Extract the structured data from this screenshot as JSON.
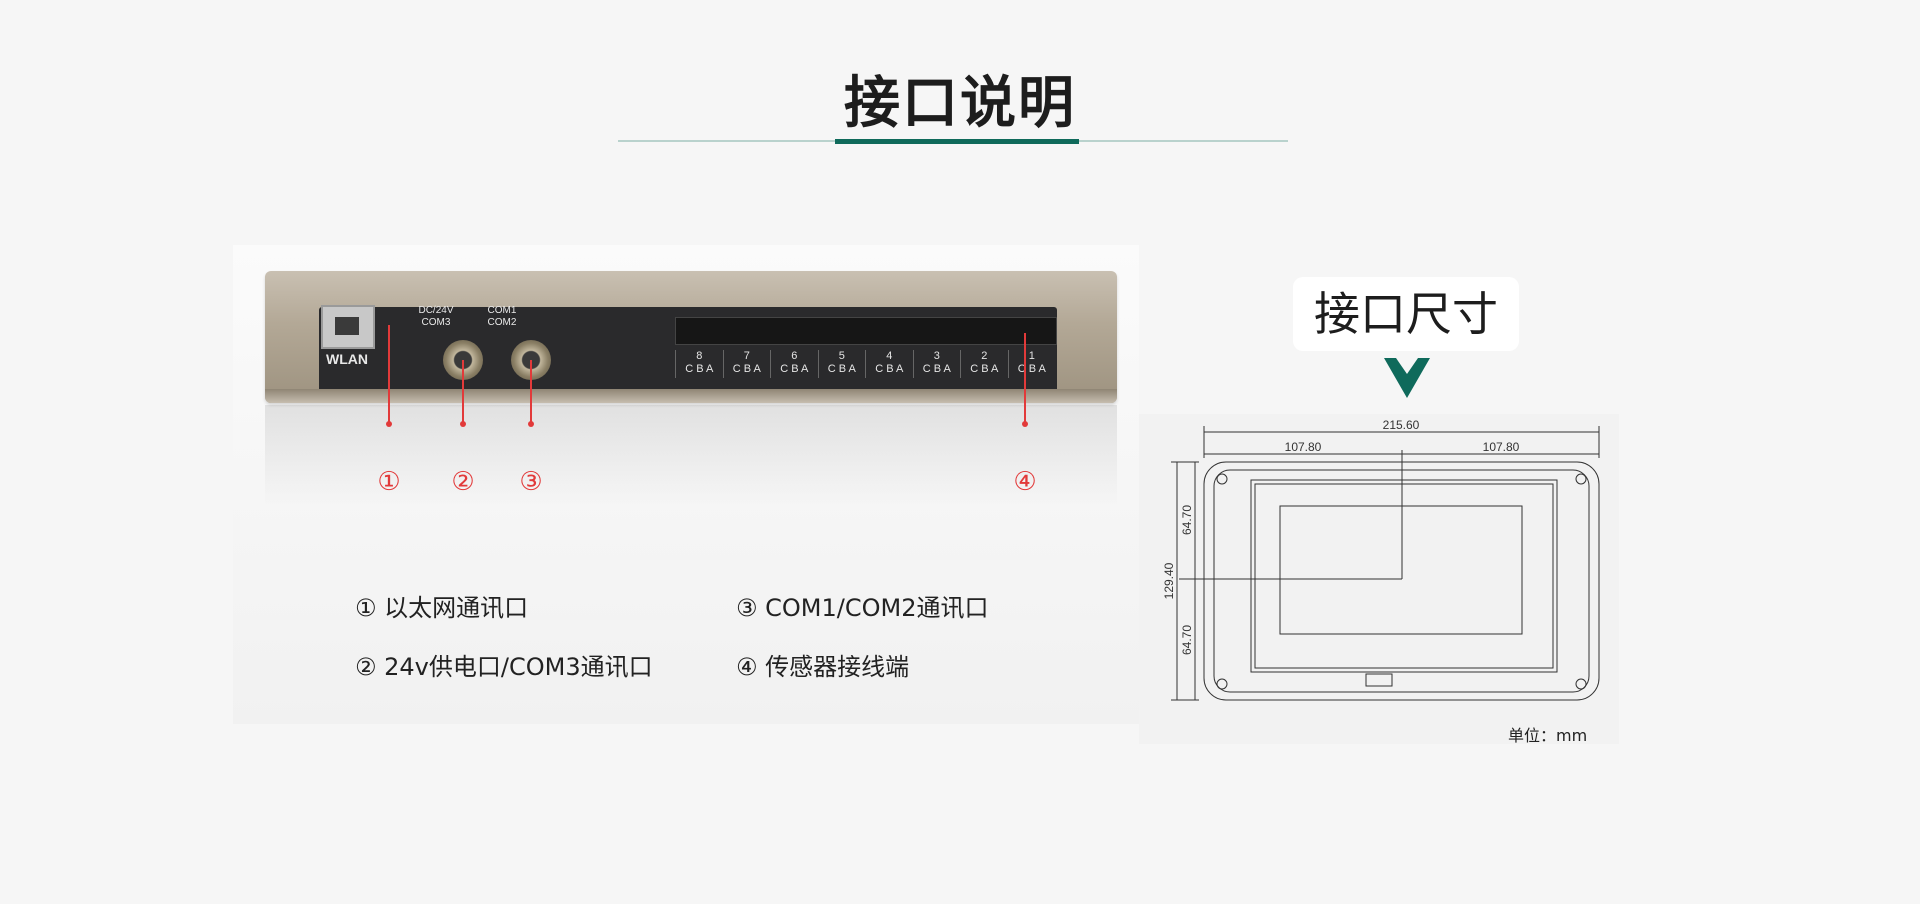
{
  "page": {
    "title": "接口说明",
    "accent_color": "#0f6a5b"
  },
  "device": {
    "wlan_label": "WLAN",
    "port_dc_label_1": "DC/24V",
    "port_dc_label_2": "COM3",
    "port_com_label_1": "COM1",
    "port_com_label_2": "COM2",
    "terminal_groups": [
      {
        "num": "8",
        "pins": "C B A"
      },
      {
        "num": "7",
        "pins": "C B A"
      },
      {
        "num": "6",
        "pins": "C B A"
      },
      {
        "num": "5",
        "pins": "C B A"
      },
      {
        "num": "4",
        "pins": "C B A"
      },
      {
        "num": "3",
        "pins": "C B A"
      },
      {
        "num": "2",
        "pins": "C B A"
      },
      {
        "num": "1",
        "pins": "C B A"
      }
    ]
  },
  "markers": [
    "①",
    "②",
    "③",
    "④"
  ],
  "legend": [
    "① 以太网通讯口",
    "③  COM1/COM2通讯口",
    "② 24v供电口/COM3通讯口",
    "④  传感器接线端"
  ],
  "dimensions": {
    "title": "接口尺寸",
    "width_total": "215.60",
    "width_half_left": "107.80",
    "width_half_right": "107.80",
    "height_total": "129.40",
    "height_half_top": "64.70",
    "height_half_bottom": "64.70",
    "unit": "单位：mm"
  }
}
